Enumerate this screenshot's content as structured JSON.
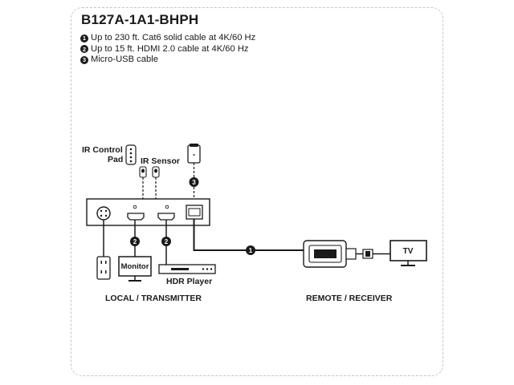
{
  "title": "B127A-1A1-BHPH",
  "specs": [
    {
      "num": "1",
      "text": "Up to 230 ft. Cat6 solid cable at 4K/60 Hz"
    },
    {
      "num": "2",
      "text": "Up to 15 ft. HDMI 2.0 cable at 4K/60 Hz"
    },
    {
      "num": "3",
      "text": "Micro-USB cable"
    }
  ],
  "diagram": {
    "ir_control_pad_line1": "IR Control",
    "ir_control_pad_line2": "Pad",
    "ir_sensor": "IR Sensor",
    "monitor": "Monitor",
    "hdr_player": "HDR Player",
    "tv": "TV",
    "local": "LOCAL / TRANSMITTER",
    "remote": "REMOTE / RECEIVER",
    "marker_cat6": "1",
    "marker_hdmi": "2",
    "marker_usb": "3"
  }
}
